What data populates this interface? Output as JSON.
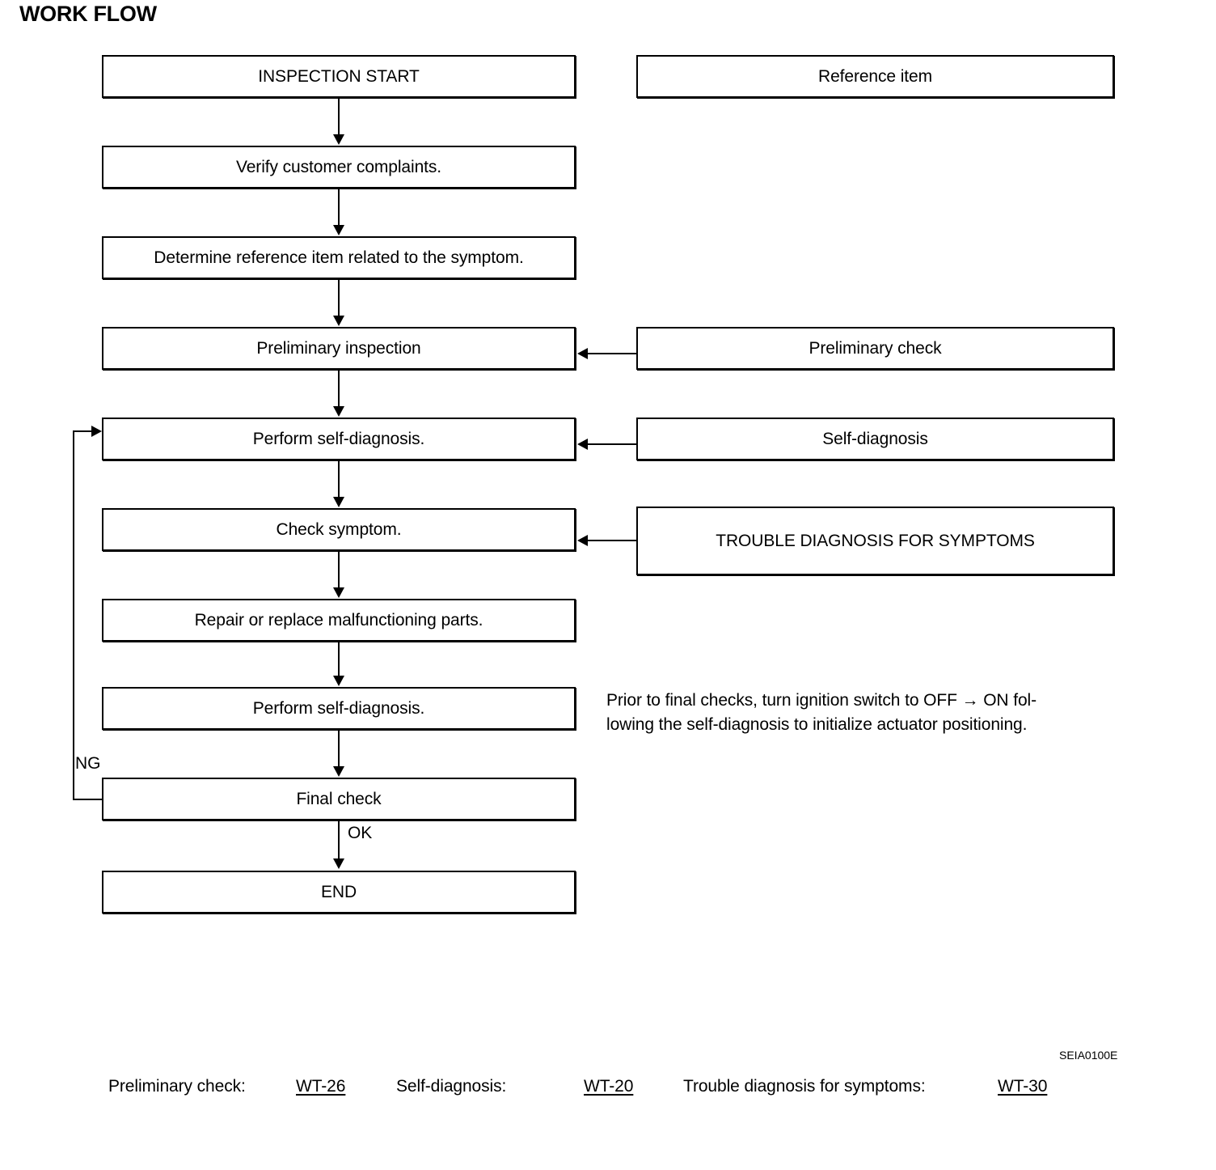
{
  "page": {
    "title": "WORK FLOW",
    "figure_code": "SEIA0100E"
  },
  "flow": {
    "main_steps": [
      {
        "id": "inspection-start",
        "label": "INSPECTION START"
      },
      {
        "id": "verify-customer-complaints",
        "label": "Verify customer complaints."
      },
      {
        "id": "determine-reference-item",
        "label": "Determine reference item related to the symptom."
      },
      {
        "id": "preliminary-inspection",
        "label": "Preliminary inspection"
      },
      {
        "id": "perform-self-diagnosis-1",
        "label": "Perform self-diagnosis."
      },
      {
        "id": "check-symptom",
        "label": "Check symptom."
      },
      {
        "id": "repair-or-replace",
        "label": "Repair or replace malfunctioning parts."
      },
      {
        "id": "perform-self-diagnosis-2",
        "label": "Perform self-diagnosis."
      },
      {
        "id": "final-check",
        "label": "Final check"
      },
      {
        "id": "end",
        "label": "END"
      }
    ],
    "reference_steps": [
      {
        "id": "reference-item",
        "label": "Reference item"
      },
      {
        "id": "preliminary-check",
        "label": "Preliminary check"
      },
      {
        "id": "self-diagnosis",
        "label": "Self-diagnosis"
      },
      {
        "id": "trouble-diagnosis-for-symptoms",
        "label": "TROUBLE DIAGNOSIS  FOR SYMPTOMS"
      }
    ],
    "edge_labels": {
      "ng": "NG",
      "ok": "OK"
    }
  },
  "note": {
    "line1": "Prior to final checks, turn ignition switch to OFF → ON  fol-",
    "line2": "lowing the self-diagnosis to initialize actuator positioning."
  },
  "footer": {
    "items": [
      {
        "label": "Preliminary check:",
        "link": "WT-26"
      },
      {
        "label": "Self-diagnosis:",
        "link": "WT-20"
      },
      {
        "label": "Trouble diagnosis for symptoms:",
        "link": "WT-30"
      }
    ]
  },
  "colors": {
    "ink": "#000000",
    "paper": "#ffffff"
  }
}
